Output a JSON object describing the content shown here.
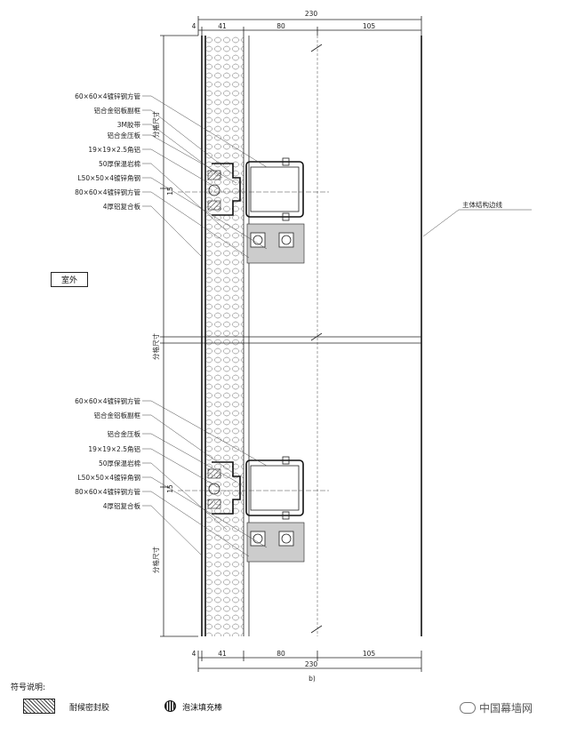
{
  "dimensions": {
    "total": "230",
    "segments": [
      "4",
      "41",
      "80",
      "105"
    ]
  },
  "labels": {
    "upper": [
      "60×60×4镀锌钢方管",
      "铝合金铝板副框",
      "3M胶带",
      "铝合金压板",
      "19×19×2.5角铝",
      "50厚保温岩棉",
      "L50×50×4镀锌角钢",
      "80×60×4镀锌钢方管",
      "4厚铝复合板"
    ],
    "lower": [
      "60×60×4镀锌钢方管",
      "铝合金铝板副框",
      "铝合金压板",
      "19×19×2.5角铝",
      "50厚保温岩棉",
      "L50×50×4镀锌角钢",
      "80×60×4镀锌钢方管",
      "4厚铝复合板"
    ]
  },
  "joint_gap": "15",
  "grid_size_label": "分格尺寸",
  "structure_edge_label": "主体结构边线",
  "room_label": "室外",
  "figure_label": "b)",
  "legend": {
    "title": "符号说明:",
    "sealant": "耐候密封胶",
    "foam_rod": "泡沫填充棒"
  },
  "watermark": "中国幕墙网"
}
